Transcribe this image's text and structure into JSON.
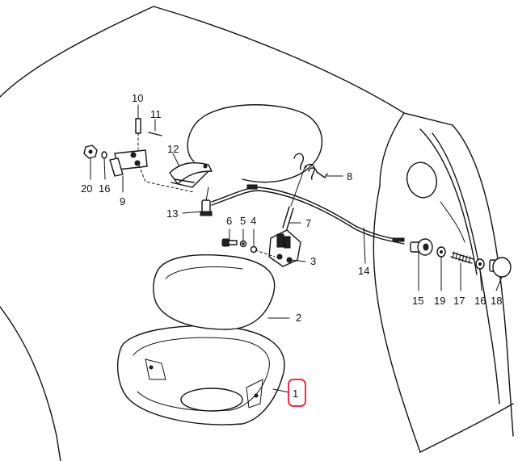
{
  "diagram": {
    "highlight_color": "#e8304a",
    "callouts": [
      {
        "id": "label-1",
        "text": "1"
      },
      {
        "id": "label-2",
        "text": "2"
      },
      {
        "id": "label-3",
        "text": "3"
      },
      {
        "id": "label-4",
        "text": "4"
      },
      {
        "id": "label-5",
        "text": "5"
      },
      {
        "id": "label-6",
        "text": "6"
      },
      {
        "id": "label-7",
        "text": "7"
      },
      {
        "id": "label-8",
        "text": "8"
      },
      {
        "id": "label-9",
        "text": "9"
      },
      {
        "id": "label-10",
        "text": "10"
      },
      {
        "id": "label-11",
        "text": "11"
      },
      {
        "id": "label-12",
        "text": "12"
      },
      {
        "id": "label-13",
        "text": "13"
      },
      {
        "id": "label-14",
        "text": "14"
      },
      {
        "id": "label-15",
        "text": "15"
      },
      {
        "id": "label-16a",
        "text": "16"
      },
      {
        "id": "label-16b",
        "text": "16"
      },
      {
        "id": "label-17",
        "text": "17"
      },
      {
        "id": "label-18",
        "text": "18"
      },
      {
        "id": "label-19",
        "text": "19"
      },
      {
        "id": "label-20",
        "text": "20"
      }
    ]
  }
}
